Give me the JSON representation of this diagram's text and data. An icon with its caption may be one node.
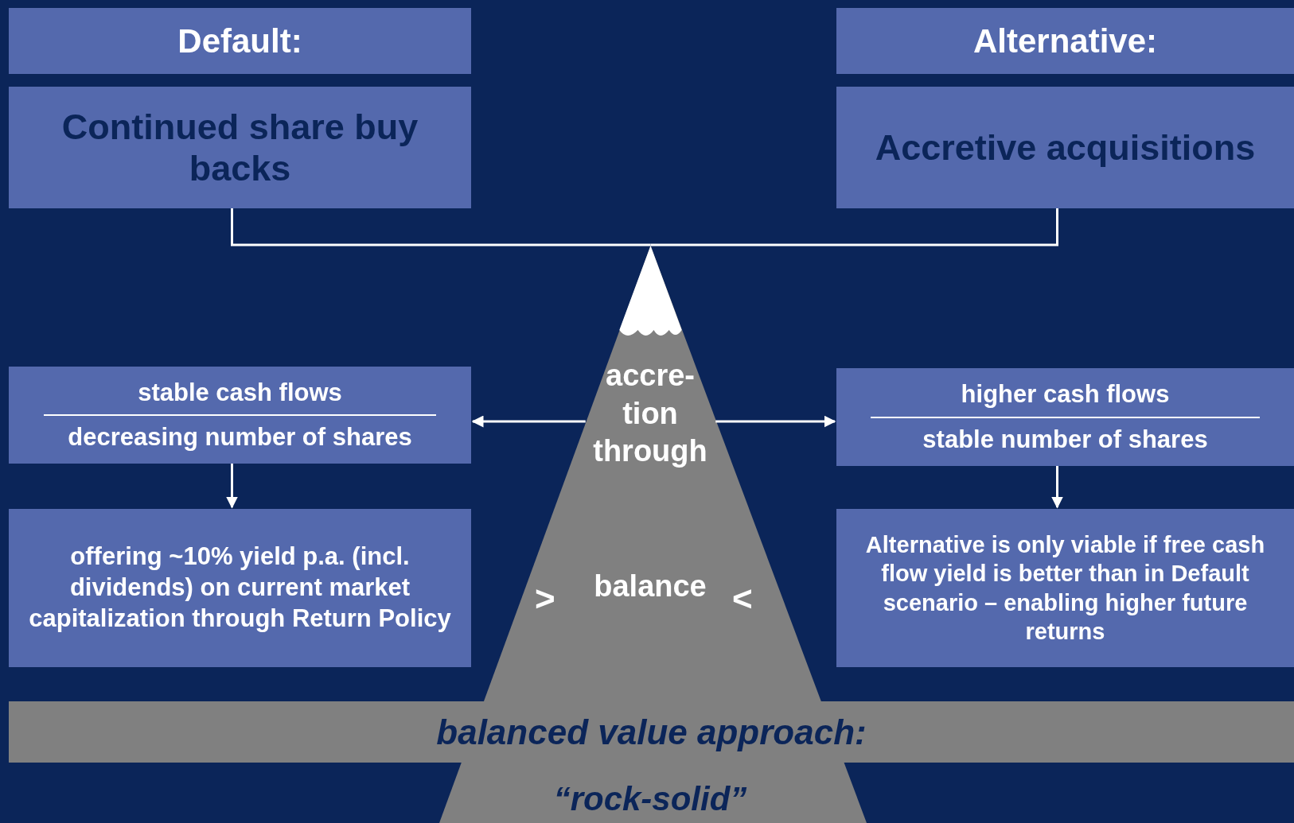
{
  "diagram": {
    "nodes": [
      {
        "text": [
          "Default:"
        ]
      },
      {
        "text": [
          "Continued share buy backs"
        ]
      },
      {
        "text": [
          "Alternative:"
        ]
      },
      {
        "text": [
          "Accretive acquisitions"
        ]
      },
      {
        "text": [
          "stable cash flows",
          "decreasing number of shares"
        ]
      },
      {
        "text": [
          "higher cash flows",
          "stable number of shares"
        ]
      },
      {
        "text": [
          "offering ~10% yield p.a. (incl. dividends) on current market capitalization through Return Policy"
        ]
      },
      {
        "text": [
          "Alternative is only viable if free cash flow yield is better than in Default scenario – enabling higher future returns"
        ]
      },
      {
        "text": [
          "accre- tion through",
          "balance",
          "“rock-solid”"
        ]
      },
      {
        "text": [
          "balanced value approach:"
        ]
      }
    ],
    "edges": [
      {
        "from": 1,
        "to": 8,
        "arrow": "none"
      },
      {
        "from": 3,
        "to": 8,
        "arrow": "none"
      },
      {
        "from": 8,
        "to": 4,
        "arrow": "to"
      },
      {
        "from": 8,
        "to": 5,
        "arrow": "to"
      },
      {
        "from": 4,
        "to": 6,
        "arrow": "to"
      },
      {
        "from": 5,
        "to": 7,
        "arrow": "to"
      }
    ],
    "labels": [
      ">",
      "<"
    ]
  }
}
